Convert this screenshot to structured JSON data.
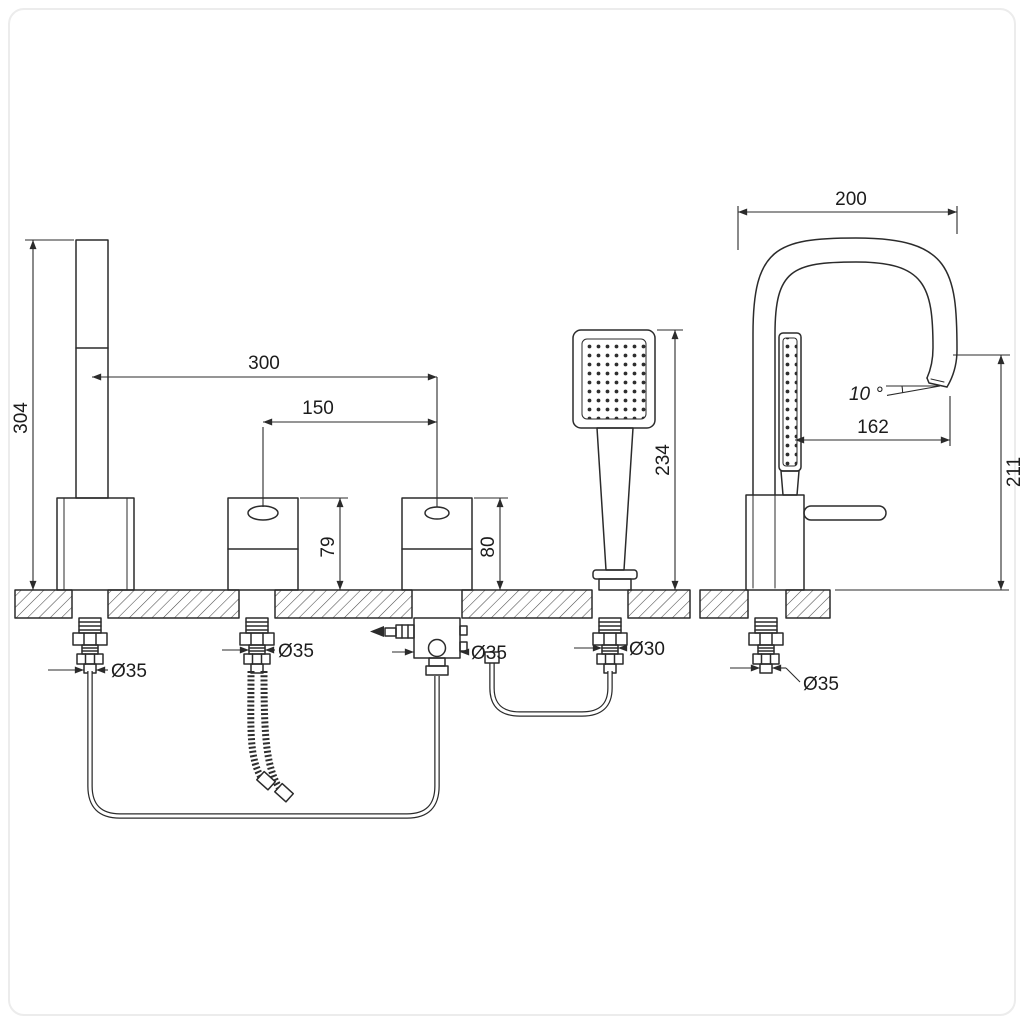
{
  "palette": {
    "ink": "#2b2b2b",
    "paper": "#ffffff"
  },
  "front_view": {
    "dim_spout_height": "304",
    "dim_centers_total": "300",
    "dim_centers_valves": "150",
    "dim_valve_left_height": "79",
    "dim_valve_right_height": "80",
    "dim_handshower_height": "234",
    "dim_spout_hole": "Ø35",
    "dim_valve_left_hole": "Ø35",
    "dim_diverter_hole": "Ø35",
    "dim_handshower_hole": "Ø30"
  },
  "side_view": {
    "dim_spout_reach": "200",
    "dim_outlet_angle": "10 °",
    "dim_outlet_offset": "162",
    "dim_outlet_height": "211",
    "dim_body_hole": "Ø35"
  }
}
